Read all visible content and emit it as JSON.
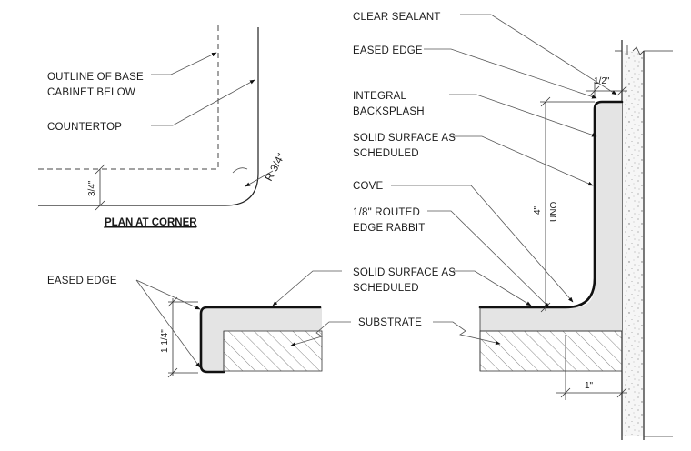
{
  "labels": {
    "outline_base_line1": "OUTLINE OF BASE",
    "outline_base_line2": "CABINET BELOW",
    "countertop": "COUNTERTOP",
    "radius": "R 3/4\"",
    "plan_dim": "3/4\"",
    "plan_title": "PLAN AT CORNER",
    "clear_sealant": "CLEAR SEALANT",
    "eased_edge_top": "EASED EDGE",
    "half_inch": "1/2\"",
    "integral_line1": "INTEGRAL",
    "integral_line2": "BACKSPLASH",
    "solid_surface1_line1": "SOLID SURFACE AS",
    "solid_surface1_line2": "SCHEDULED",
    "cove": "COVE",
    "routed_line1": "1/8\" ROUTED",
    "routed_line2": "EDGE RABBIT",
    "four_inch": "4\"",
    "uno": "UNO",
    "eased_edge_left": "EASED EDGE",
    "solid_surface2_line1": "SOLID SURFACE AS",
    "solid_surface2_line2": "SCHEDULED",
    "substrate": "SUBSTRATE",
    "one_quarter": "1 1/4\"",
    "one_inch": "1\""
  },
  "colors": {
    "solid_surface_fill": "#e4e4e4",
    "wall_fill": "#f3f3f3",
    "line": "#111111"
  }
}
